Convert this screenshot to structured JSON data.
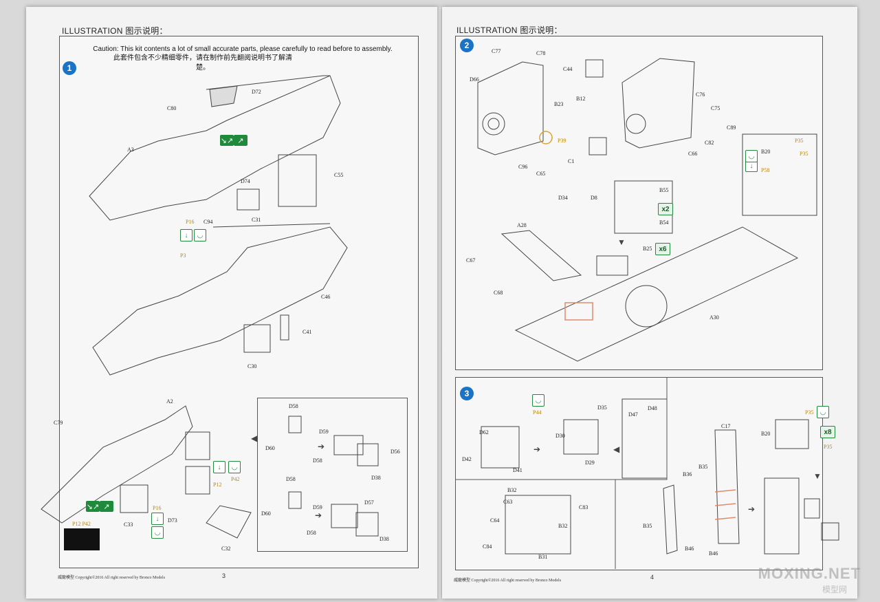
{
  "left_page": {
    "header": "ILLUSTRATION 图示说明：",
    "caution_en": "Caution: This kit contents a lot of small accurate parts, please carefully to read before to assembly.",
    "caution_zh": "此套件包含不少精细零件，请在制作前先翻阅说明书了解清楚。",
    "step": "1",
    "part_labels": [
      "D72",
      "C80",
      "A3",
      "C55",
      "D74",
      "C31",
      "P16",
      "C94",
      "P3",
      "C46",
      "C41",
      "C30",
      "A2",
      "C79",
      "D58",
      "D59",
      "D60",
      "D58",
      "D56",
      "D38",
      "D58",
      "D59",
      "D60",
      "D58",
      "D57",
      "D38",
      "P42",
      "P12",
      "P16",
      "D73",
      "C33",
      "C32",
      "P12  P42"
    ],
    "footer": "威龍模型  Copyright©2016  All right reserved by Bronco Models",
    "page_number": "3"
  },
  "right_page": {
    "header": "ILLUSTRATION 图示说明：",
    "step2": "2",
    "step3": "3",
    "step2_labels": [
      "C77",
      "C78",
      "D66",
      "C44",
      "B12",
      "B23",
      "C76",
      "C75",
      "C89",
      "C82",
      "C66",
      "P39",
      "C96",
      "C65",
      "C1",
      "P35",
      "B20",
      "P35",
      "P58",
      "B55",
      "B54",
      "D34",
      "D8",
      "A28",
      "C67",
      "C68",
      "B25",
      "A30"
    ],
    "step3_labels": [
      "P44",
      "D35",
      "D47",
      "D48",
      "D62",
      "D30",
      "D42",
      "D41",
      "D29",
      "B32",
      "C63",
      "C83",
      "C64",
      "B32",
      "C84",
      "B31",
      "C17",
      "B35",
      "B36",
      "B35",
      "B46",
      "B46",
      "B20",
      "P35",
      "P35"
    ],
    "multipliers": [
      "x2",
      "x6",
      "x8"
    ],
    "footer": "威龍模型  Copyright©2016  All right reserved by Bronco Models",
    "page_number": "4"
  },
  "watermark": {
    "text": "MOXING.NET",
    "sub": "模型网"
  }
}
